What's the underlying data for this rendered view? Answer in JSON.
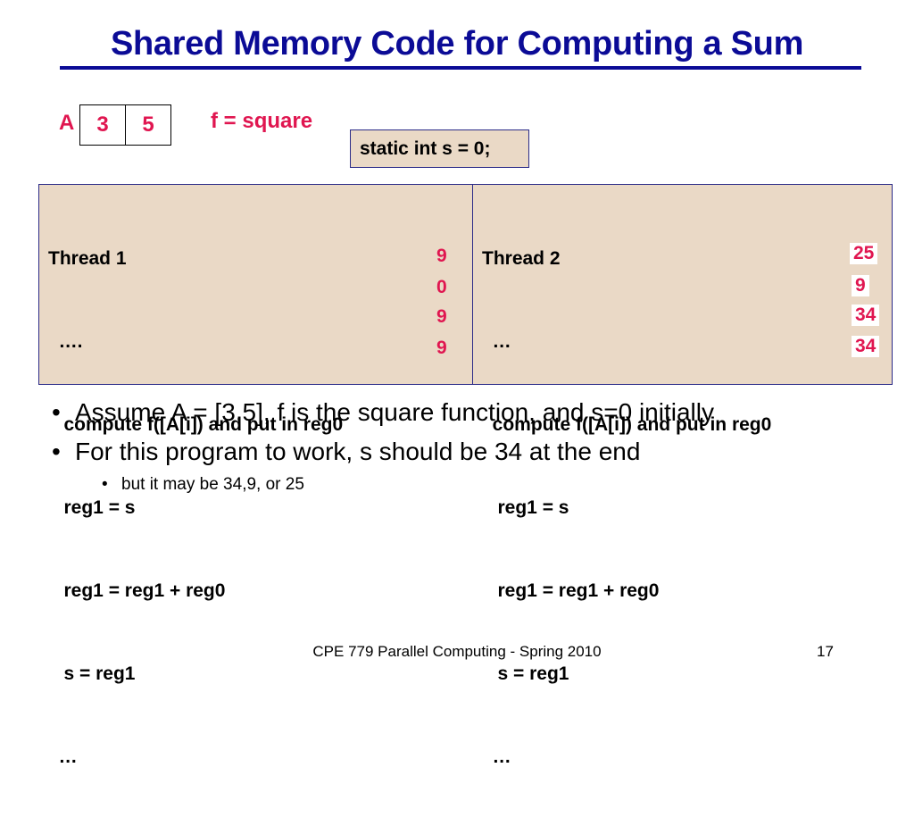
{
  "slide": {
    "title": "Shared Memory Code for Computing a Sum",
    "array_label": "A",
    "array_values": [
      "3",
      "5"
    ],
    "function_note": "f = square",
    "static_decl": "static int s = 0;",
    "thread1": {
      "lines": [
        "Thread 1",
        "  ….",
        "   compute f([A[i]) and put in reg0",
        "   reg1 = s",
        "   reg1 = reg1 + reg0",
        "   s = reg1",
        "  …"
      ],
      "values": [
        "9",
        "0",
        "9",
        "9"
      ]
    },
    "thread2": {
      "lines": [
        "Thread 2",
        "  …",
        "  compute f([A[i]) and put in reg0",
        "   reg1 = s",
        "   reg1 = reg1 + reg0",
        "   s = reg1",
        "  …"
      ],
      "values": [
        "25",
        "9",
        "34",
        "34"
      ]
    },
    "bullets": [
      "Assume A = [3,5], f is the square function, and s=0 initially",
      "For this program to work, s should be 34 at the end"
    ],
    "sub_bullets": [
      "but it may be 34,9, or 25"
    ],
    "footer": "CPE 779 Parallel Computing - Spring 2010",
    "page_number": "17"
  }
}
